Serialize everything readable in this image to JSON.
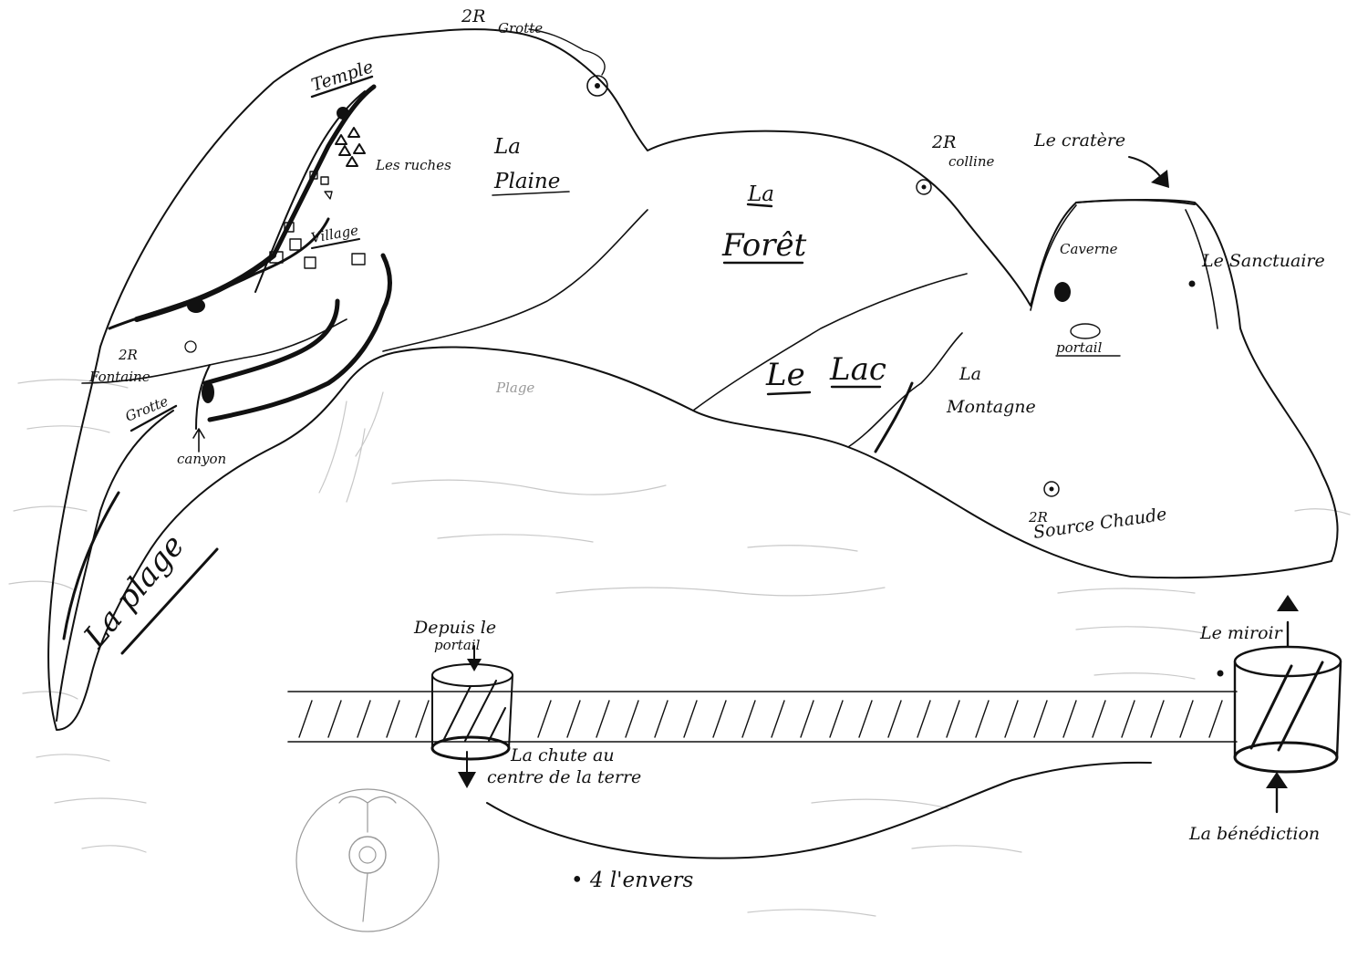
{
  "labels": {
    "grotte_top_num": "2R",
    "grotte_top": "Grotte",
    "temple": "Temple",
    "ruches": "Les ruches",
    "village": "Village",
    "plaine_1": "La",
    "plaine_2": "Plaine",
    "foret_1": "La",
    "foret_2": "Forêt",
    "colline_num": "2R",
    "colline": "colline",
    "cratere": "Le cratère",
    "caverne": "Caverne",
    "sanctuaire": "Le Sanctuaire",
    "portail_cave": "portail",
    "lac_1": "Le",
    "lac_2": "Lac",
    "montagne_1": "La",
    "montagne_2": "Montagne",
    "fontaine_num": "2R",
    "fontaine": "Fontaine",
    "grotte_left": "Grotte",
    "canyon": "canyon",
    "plage_faint": "Plage",
    "plage": "La plage",
    "source_num": "2R",
    "source": "Source Chaude",
    "depuis_1": "Depuis le",
    "depuis_2": "portail",
    "chute_1": "La chute au",
    "chute_2": "centre de la terre",
    "miroir": "Le miroir",
    "benediction": "La bénédiction",
    "envers": "• 4 l'envers"
  },
  "colors": {
    "ink": "#111111",
    "pencil": "#9a9a9a",
    "paper": "#ffffff"
  }
}
